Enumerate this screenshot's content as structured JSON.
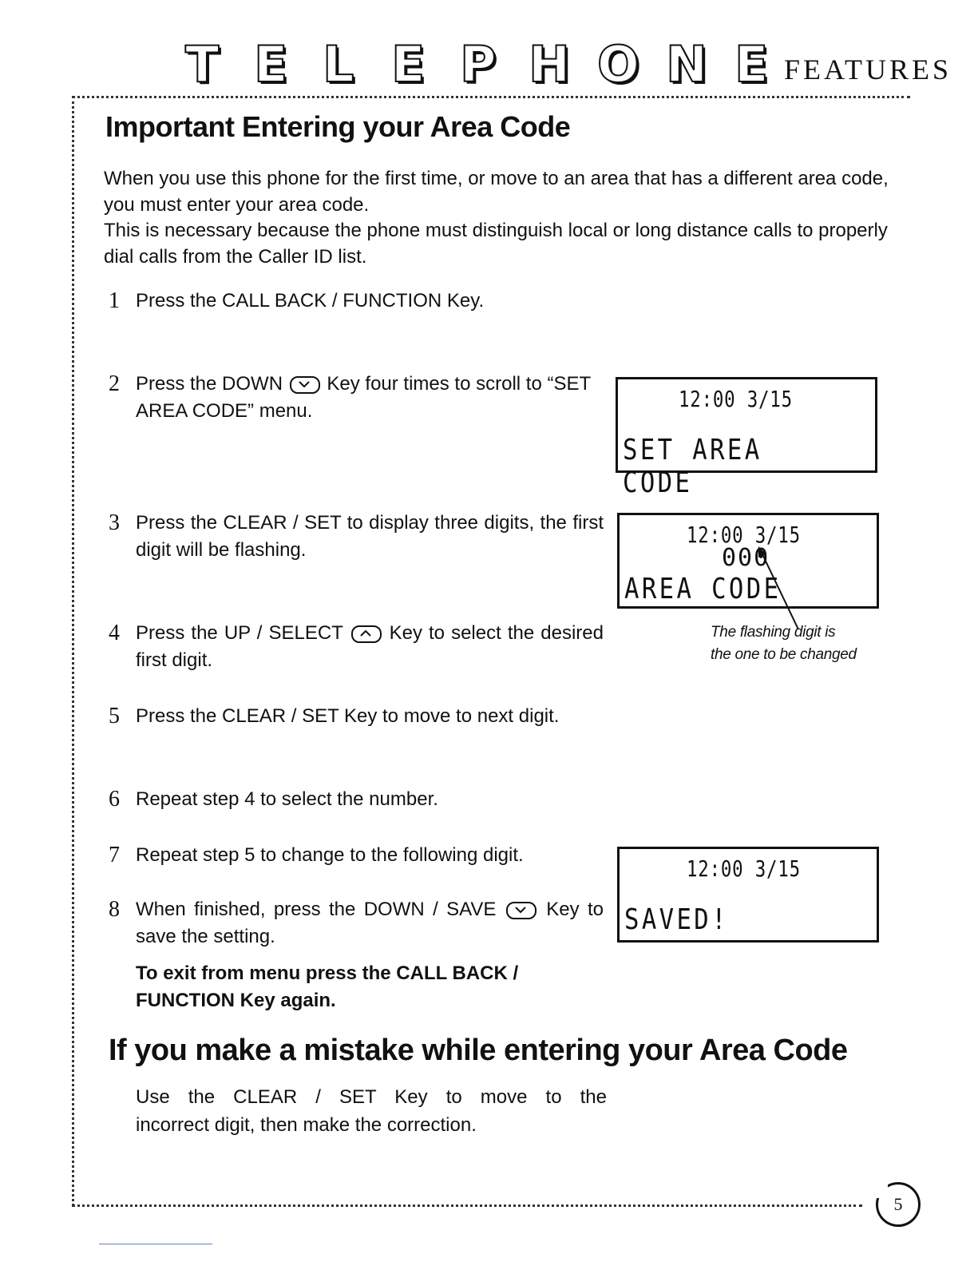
{
  "header": {
    "letters": [
      "T",
      "E",
      "L",
      "E",
      "P",
      "H",
      "O",
      "N",
      "E"
    ],
    "features": "FEATURES"
  },
  "title": "Important Entering your Area Code",
  "intro": {
    "line1": "When you use this phone for the first time, or move to an area that has a different area code, you must enter your area code.",
    "line2": "This is necessary because the phone must distinguish local or long distance calls to properly dial calls from the Caller ID list."
  },
  "steps": [
    {
      "num": "1",
      "text": "Press the CALL BACK / FUNCTION Key."
    },
    {
      "num": "2",
      "before": "Press the DOWN",
      "after": "Key four times to scroll to “SET AREA CODE” menu."
    },
    {
      "num": "3",
      "text": "Press the CLEAR / SET to display three digits, the first digit will be flashing."
    },
    {
      "num": "4",
      "before": "Press the UP / SELECT",
      "after": "Key to select the desired first digit."
    },
    {
      "num": "5",
      "text": "Press the CLEAR / SET Key to move to next digit."
    },
    {
      "num": "6",
      "text": "Repeat step 4 to select the number."
    },
    {
      "num": "7",
      "text": "Repeat step 5 to change to the following digit."
    },
    {
      "num": "8",
      "before": "When finished, press the DOWN / SAVE",
      "after": "Key to save the setting."
    }
  ],
  "exit_note": "To exit from menu press the CALL BACK / FUNCTION Key again.",
  "lcds": [
    {
      "time": "12:00 3/15",
      "main": "SET AREA CODE"
    },
    {
      "time": "12:00 3/15",
      "digits": "000",
      "main": "AREA CODE"
    },
    {
      "time": "12:00 3/15",
      "main": "SAVED!"
    }
  ],
  "caption": {
    "line1": "The flashing digit is",
    "line2": "the one to be changed"
  },
  "mistake": {
    "title": "If you make a mistake while entering your Area Code",
    "line1": "Use the CLEAR / SET Key to move to the",
    "line2": "incorrect digit, then make the correction."
  },
  "page_number": "5"
}
